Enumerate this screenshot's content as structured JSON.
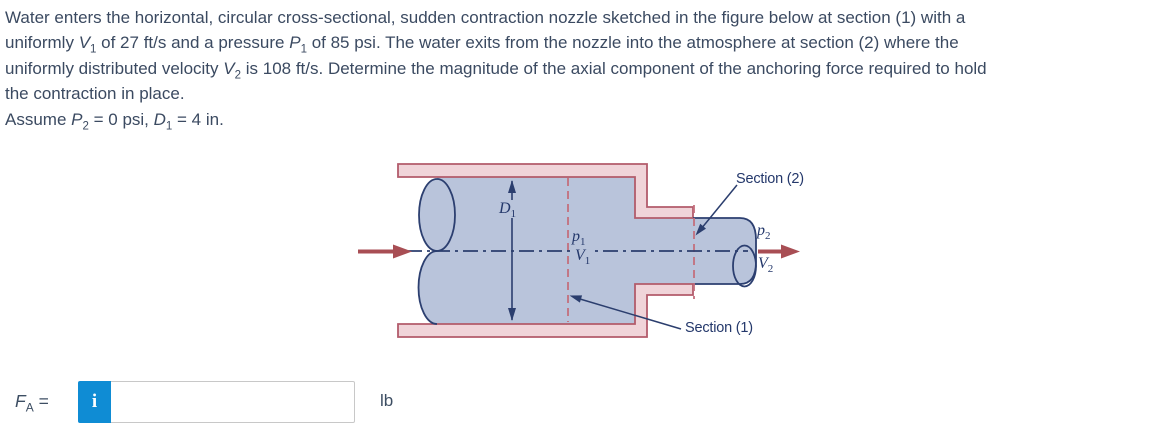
{
  "problem": {
    "lines": [
      [
        {
          "t": "Water enters the horizontal, circular cross-sectional, sudden contraction nozzle sketched in the figure below at section (1) with a"
        }
      ],
      [
        {
          "t": "uniformly "
        },
        {
          "v": "V",
          "sub": "1"
        },
        {
          "t": " of 27 ft/s and a pressure "
        },
        {
          "v": "P",
          "sub": "1"
        },
        {
          "t": " of 85 psi. The water exits from the nozzle into the atmosphere at section (2) where the"
        }
      ],
      [
        {
          "t": "uniformly distributed velocity "
        },
        {
          "v": "V",
          "sub": "2"
        },
        {
          "t": " is 108 ft/s. Determine the magnitude of the axial component of the anchoring force required to hold"
        }
      ],
      [
        {
          "t": "the contraction in place."
        }
      ],
      [
        {
          "t": "Assume "
        },
        {
          "v": "P",
          "sub": "2"
        },
        {
          "t": " = 0 psi, "
        },
        {
          "v": "D",
          "sub": "1"
        },
        {
          "t": " = 4 in."
        }
      ]
    ]
  },
  "figure": {
    "labels": {
      "d1": {
        "base": "D",
        "sub": "1"
      },
      "p1": {
        "base": "p",
        "sub": "1"
      },
      "v1": {
        "base": "V",
        "sub": "1"
      },
      "p2": {
        "base": "p",
        "sub": "2"
      },
      "v2": {
        "base": "V",
        "sub": "2"
      },
      "section1": "Section (1)",
      "section2": "Section (2)"
    },
    "colors": {
      "wall_fill": "#f0d4d9",
      "wall_stroke": "#b25b6b",
      "water_fill": "#b9c4db",
      "water_stroke": "#2c3f70",
      "navy": "#24386b",
      "section_dash": "#c46f7d",
      "flow_arrow_red": "#a84e54"
    }
  },
  "answer": {
    "label_base": "F",
    "label_sub": "A",
    "equals": " =",
    "info_icon": "i",
    "input_value": "",
    "unit": "lb"
  },
  "ui_colors": {
    "info_button_blue": "#0f8cd4",
    "input_border": "#c8c8c8",
    "text": "#3b4a61"
  }
}
